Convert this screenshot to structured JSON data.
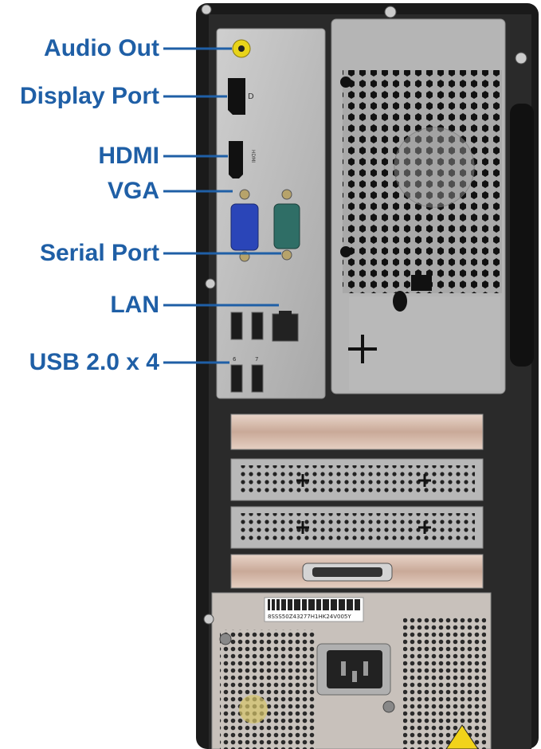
{
  "callouts": [
    {
      "id": "audio",
      "label": "Audio Out",
      "icon": "audio-out-icon"
    },
    {
      "id": "dp",
      "label": "Display Port",
      "icon": "displayport-icon"
    },
    {
      "id": "hdmi",
      "label": "HDMI",
      "icon": "hdmi-icon"
    },
    {
      "id": "vga",
      "label": "VGA",
      "icon": "vga-icon"
    },
    {
      "id": "serial",
      "label": "Serial Port",
      "icon": "serial-port-icon"
    },
    {
      "id": "lan",
      "label": "LAN",
      "icon": "network-icon"
    },
    {
      "id": "usb",
      "label": "USB 2.0 x 4",
      "icon": "usb-icon"
    }
  ],
  "port_markings": {
    "hdmi": "HDMI",
    "dp": "D",
    "usb_left": "6",
    "usb_right": "7"
  },
  "barcode_text": "8SSS50Z43277H1HK24V005Y",
  "colors": {
    "label_blue": "#1f5fa6",
    "chassis_black": "#1a1a1a",
    "panel_silver": "#b9b9b9",
    "vga_blue": "#2a45b8",
    "serial_teal": "#2f6e66",
    "warning_yellow": "#f1d31a"
  }
}
